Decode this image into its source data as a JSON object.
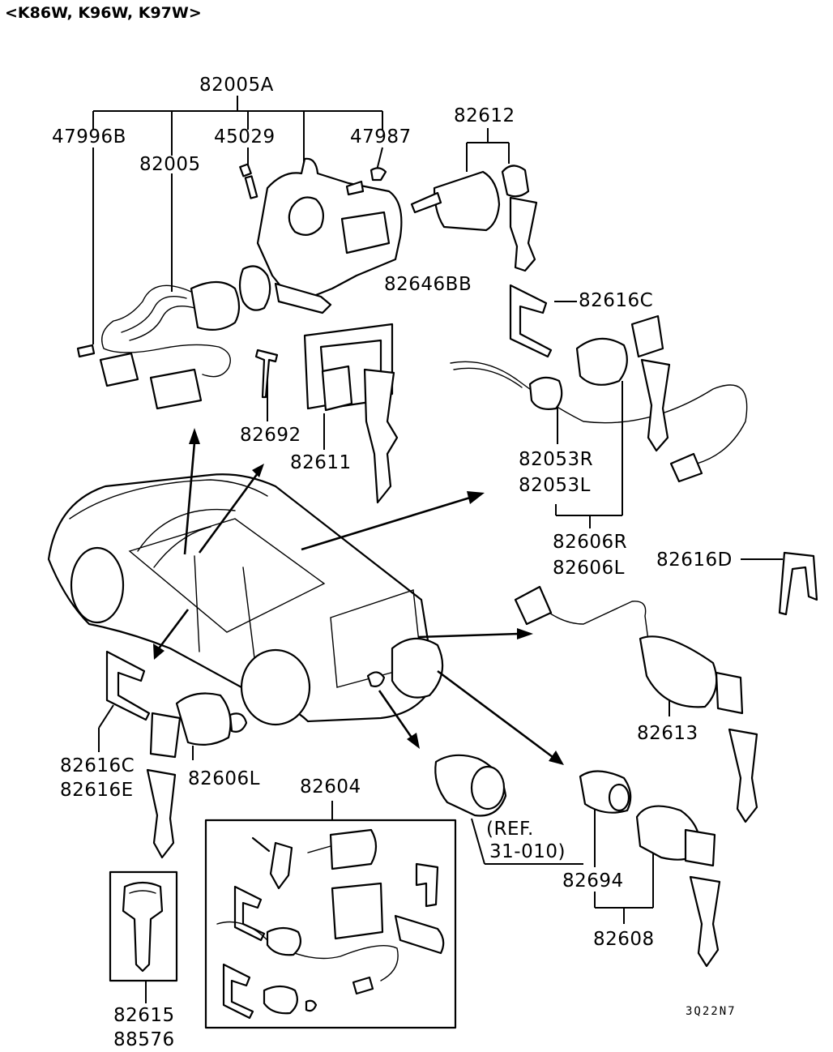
{
  "header": "<K86W, K96W, K97W>",
  "figure_code": "3Q22N7",
  "labels": {
    "p82005A": "82005A",
    "p47996B": "47996B",
    "p82005": "82005",
    "p45029": "45029",
    "p47987": "47987",
    "p82612": "82612",
    "p82646BB": "82646BB",
    "p82616C_top": "82616C",
    "p82692": "82692",
    "p82611": "82611",
    "p82053R": "82053R",
    "p82053L": "82053L",
    "p82606R": "82606R",
    "p82606L_right": "82606L",
    "p82616D": "82616D",
    "p82613": "82613",
    "p82616C_left": "82616C",
    "p82616E": "82616E",
    "p82606L_left": "82606L",
    "p82604": "82604",
    "ref_line1": "(REF.",
    "ref_line2": "31-010)",
    "p82694": "82694",
    "p82608": "82608",
    "p82615": "82615",
    "p88576": "88576"
  }
}
